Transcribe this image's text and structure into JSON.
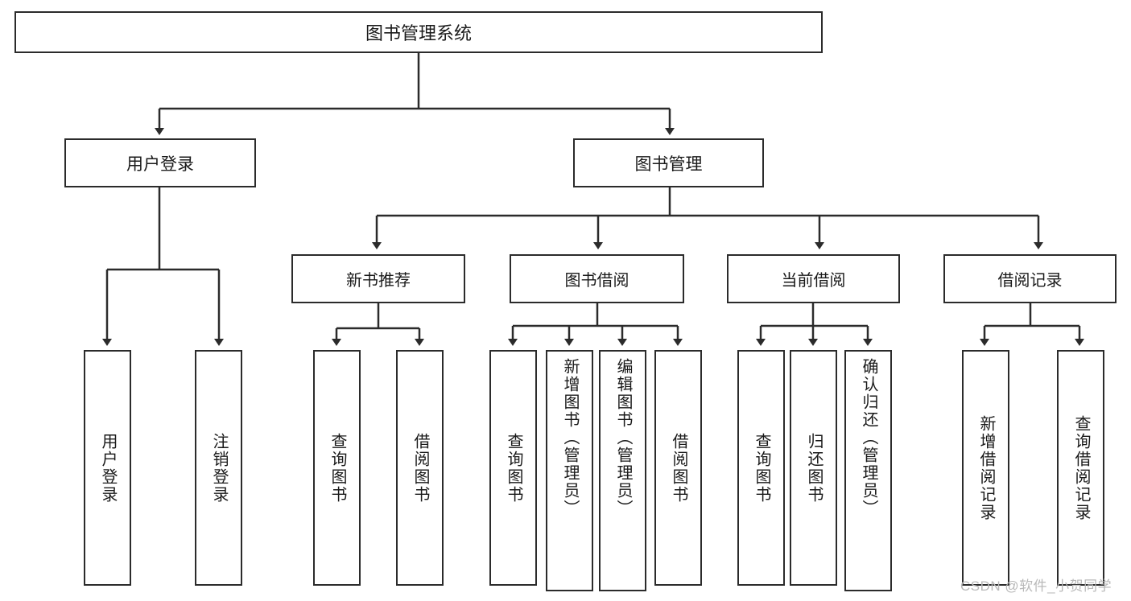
{
  "diagram": {
    "title": "图书管理系统",
    "type": "functional-structure-tree",
    "watermark": "CSDN @软件_小贺同学",
    "colors": {
      "stroke": "#2b2b2b",
      "box_fill": "#ffffff",
      "text": "#1a1a1a",
      "background": "#ffffff",
      "watermark": "#b9b9b9"
    }
  },
  "root": {
    "label": "图书管理系统"
  },
  "level2": [
    {
      "label": "用户登录"
    },
    {
      "label": "图书管理"
    }
  ],
  "level3": [
    {
      "label": "新书推荐",
      "parent": "图书管理"
    },
    {
      "label": "图书借阅",
      "parent": "图书管理"
    },
    {
      "label": "当前借阅",
      "parent": "图书管理"
    },
    {
      "label": "借阅记录",
      "parent": "图书管理"
    }
  ],
  "leaves": {
    "user_login": [
      {
        "label": "用户登录"
      },
      {
        "label": "注销登录"
      }
    ],
    "new_book_recommend": [
      {
        "label": "查询图书"
      },
      {
        "label": "借阅图书"
      }
    ],
    "book_borrow": [
      {
        "label": "查询图书"
      },
      {
        "label": "新增图书（管理员）"
      },
      {
        "label": "编辑图书（管理员）"
      },
      {
        "label": "借阅图书"
      }
    ],
    "current_borrow": [
      {
        "label": "查询图书"
      },
      {
        "label": "归还图书"
      },
      {
        "label": "确认归还（管理员）"
      }
    ],
    "borrow_record": [
      {
        "label": "新增借阅记录"
      },
      {
        "label": "查询借阅记录"
      }
    ]
  }
}
